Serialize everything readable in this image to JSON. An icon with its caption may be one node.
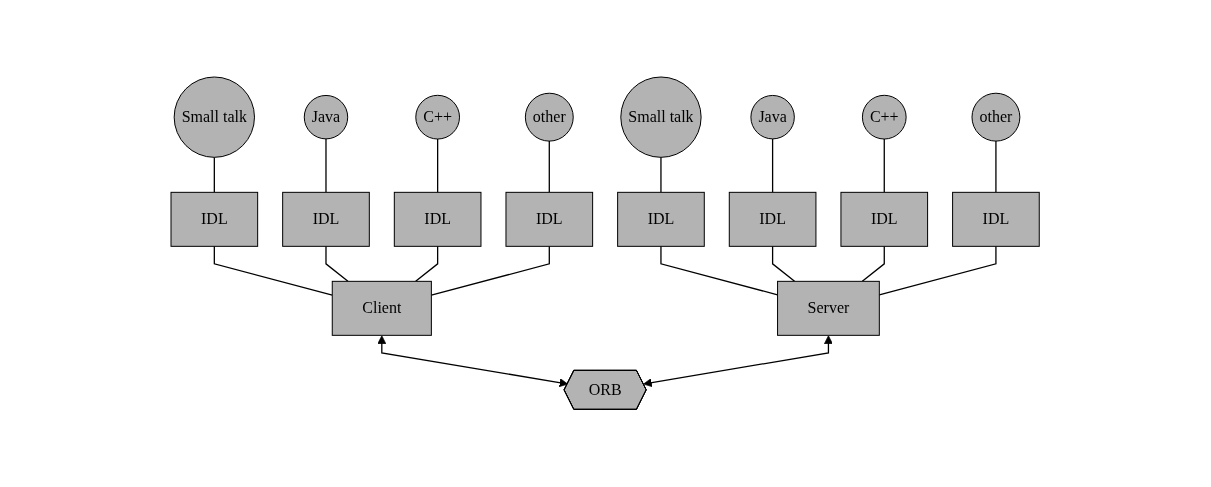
{
  "diagram": {
    "nodes": [
      {
        "text": [
          "Small talk"
        ]
      },
      {
        "text": [
          "Java"
        ]
      },
      {
        "text": [
          "C++"
        ]
      },
      {
        "text": [
          "other"
        ]
      },
      {
        "text": [
          "Small talk"
        ]
      },
      {
        "text": [
          "Java"
        ]
      },
      {
        "text": [
          "C++"
        ]
      },
      {
        "text": [
          "other"
        ]
      },
      {
        "text": [
          "IDL"
        ]
      },
      {
        "text": [
          "IDL"
        ]
      },
      {
        "text": [
          "IDL"
        ]
      },
      {
        "text": [
          "IDL"
        ]
      },
      {
        "text": [
          "IDL"
        ]
      },
      {
        "text": [
          "IDL"
        ]
      },
      {
        "text": [
          "IDL"
        ]
      },
      {
        "text": [
          "IDL"
        ]
      },
      {
        "text": [
          "Client"
        ]
      },
      {
        "text": [
          "Server"
        ]
      },
      {
        "text": [
          "ORB"
        ]
      }
    ],
    "edges": [
      {
        "from": 0,
        "to": 8,
        "arrow": "none"
      },
      {
        "from": 1,
        "to": 9,
        "arrow": "none"
      },
      {
        "from": 2,
        "to": 10,
        "arrow": "none"
      },
      {
        "from": 3,
        "to": 11,
        "arrow": "none"
      },
      {
        "from": 4,
        "to": 12,
        "arrow": "none"
      },
      {
        "from": 5,
        "to": 13,
        "arrow": "none"
      },
      {
        "from": 6,
        "to": 14,
        "arrow": "none"
      },
      {
        "from": 7,
        "to": 15,
        "arrow": "none"
      },
      {
        "from": 8,
        "to": 16,
        "arrow": "none"
      },
      {
        "from": 9,
        "to": 16,
        "arrow": "none"
      },
      {
        "from": 10,
        "to": 16,
        "arrow": "none"
      },
      {
        "from": 11,
        "to": 16,
        "arrow": "none"
      },
      {
        "from": 12,
        "to": 17,
        "arrow": "none"
      },
      {
        "from": 13,
        "to": 17,
        "arrow": "none"
      },
      {
        "from": 14,
        "to": 17,
        "arrow": "none"
      },
      {
        "from": 15,
        "to": 17,
        "arrow": "none"
      },
      {
        "from": 16,
        "to": 18,
        "arrow": "both"
      },
      {
        "from": 17,
        "to": 18,
        "arrow": "both"
      }
    ]
  }
}
